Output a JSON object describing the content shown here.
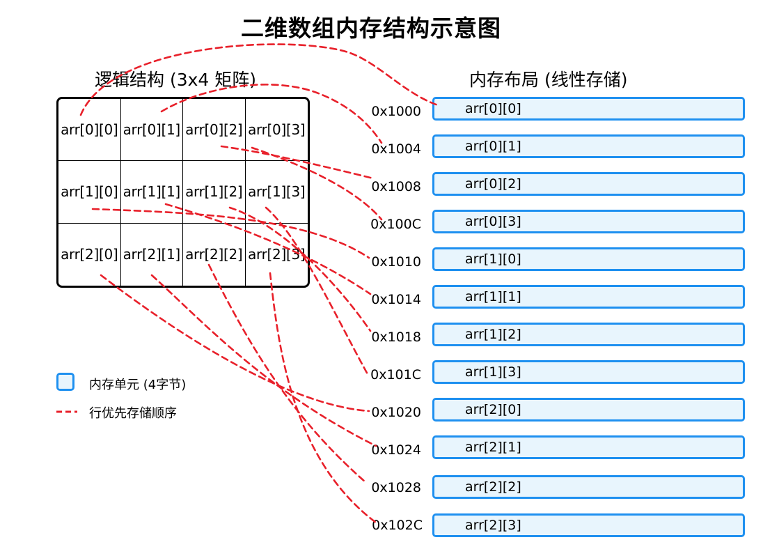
{
  "title": "二维数组内存结构示意图",
  "logical_title": "逻辑结构 (3x4 矩阵)",
  "memory_title": "内存布局 (线性存储)",
  "matrix": [
    [
      "arr[0][0]",
      "arr[0][1]",
      "arr[0][2]",
      "arr[0][3]"
    ],
    [
      "arr[1][0]",
      "arr[1][1]",
      "arr[1][2]",
      "arr[1][3]"
    ],
    [
      "arr[2][0]",
      "arr[2][1]",
      "arr[2][2]",
      "arr[2][3]"
    ]
  ],
  "memory": [
    {
      "address": "0x1000",
      "label": "arr[0][0]"
    },
    {
      "address": "0x1004",
      "label": "arr[0][1]"
    },
    {
      "address": "0x1008",
      "label": "arr[0][2]"
    },
    {
      "address": "0x100C",
      "label": "arr[0][3]"
    },
    {
      "address": "0x1010",
      "label": "arr[1][0]"
    },
    {
      "address": "0x1014",
      "label": "arr[1][1]"
    },
    {
      "address": "0x1018",
      "label": "arr[1][2]"
    },
    {
      "address": "0x101C",
      "label": "arr[1][3]"
    },
    {
      "address": "0x1020",
      "label": "arr[2][0]"
    },
    {
      "address": "0x1024",
      "label": "arr[2][1]"
    },
    {
      "address": "0x1028",
      "label": "arr[2][2]"
    },
    {
      "address": "0x102C",
      "label": "arr[2][3]"
    }
  ],
  "legend": {
    "memory_cell": "内存单元 (4字节)",
    "order": "行优先存储顺序"
  },
  "colors": {
    "cell_fill": "#e8f5fd",
    "cell_border": "#1e90f0",
    "arrow": "#e8202a"
  }
}
